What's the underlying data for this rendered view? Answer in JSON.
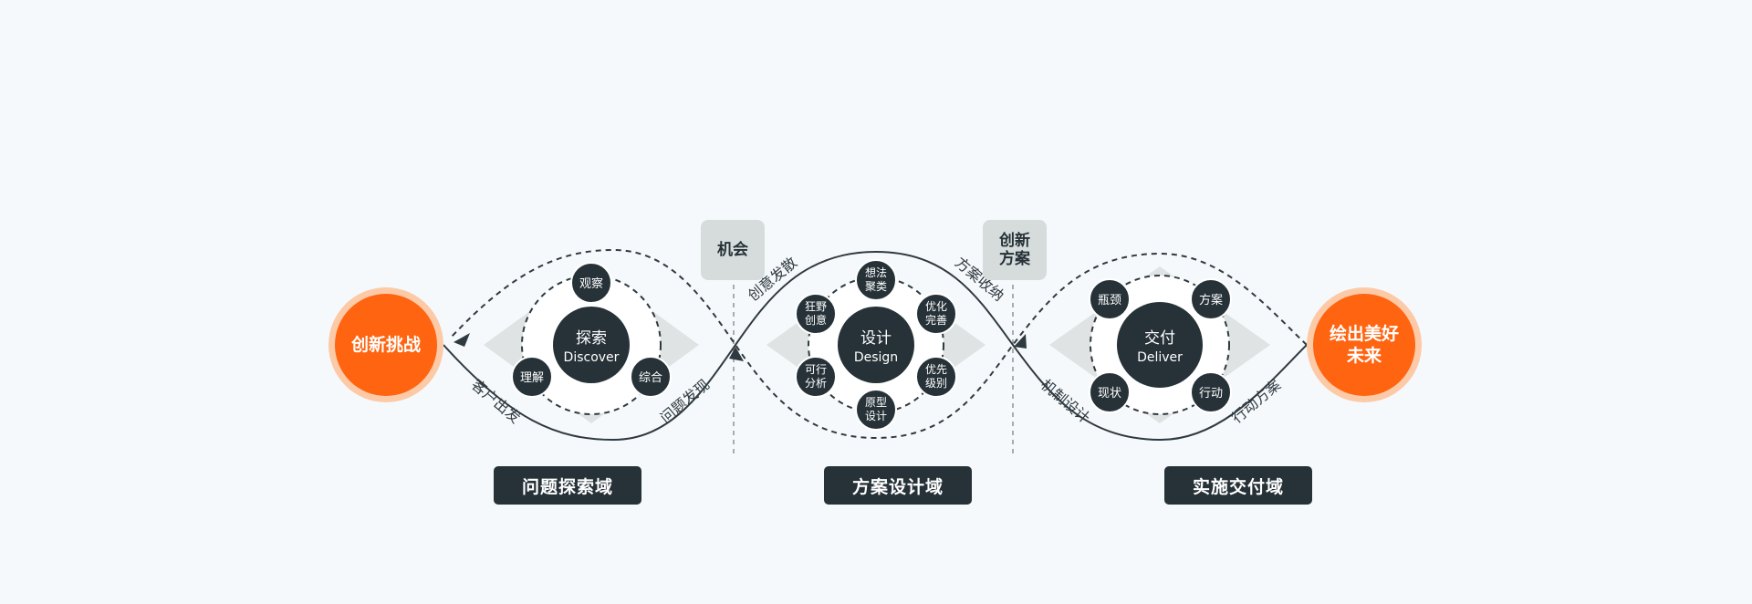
{
  "colors": {
    "background": "#f6f9fc",
    "dark": "#263238",
    "line": "#2f3a40",
    "diamond": "#dfe3e3",
    "orange": "#ff6410",
    "orange_halo": "#fdcaa8",
    "callout": "#d6dcdc"
  },
  "start_node": {
    "label": "创新挑战"
  },
  "end_node": {
    "label_line1": "绘出美好",
    "label_line2": "未来"
  },
  "callouts": {
    "opportunity": "机会",
    "innovation_line1": "创新",
    "innovation_line2": "方案"
  },
  "curve_labels": {
    "customer_start": "客户出发",
    "problem_discovery": "问题发现",
    "idea_divergence": "创意发散",
    "solution_convergence": "方案收纳",
    "mechanism_design": "机制设计",
    "action_plan": "行动方案"
  },
  "discover": {
    "title": "探索",
    "subtitle": "Discover",
    "nodes": {
      "observe": "观察",
      "understand": "理解",
      "synthesize": "综合"
    }
  },
  "design": {
    "title": "设计",
    "subtitle": "Design",
    "nodes": {
      "idea_cluster": [
        "想法",
        "聚类"
      ],
      "wild_idea": [
        "狂野",
        "创意"
      ],
      "optimize": [
        "优化",
        "完善"
      ],
      "feasibility": [
        "可行",
        "分析"
      ],
      "priority": [
        "优先",
        "级别"
      ],
      "prototype": [
        "原型",
        "设计"
      ]
    }
  },
  "deliver": {
    "title": "交付",
    "subtitle": "Deliver",
    "nodes": {
      "bottleneck": "瓶颈",
      "plan": "方案",
      "status": "现状",
      "action": "行动"
    }
  },
  "domains": {
    "problem": "问题探索域",
    "solution": "方案设计域",
    "delivery": "实施交付域"
  }
}
